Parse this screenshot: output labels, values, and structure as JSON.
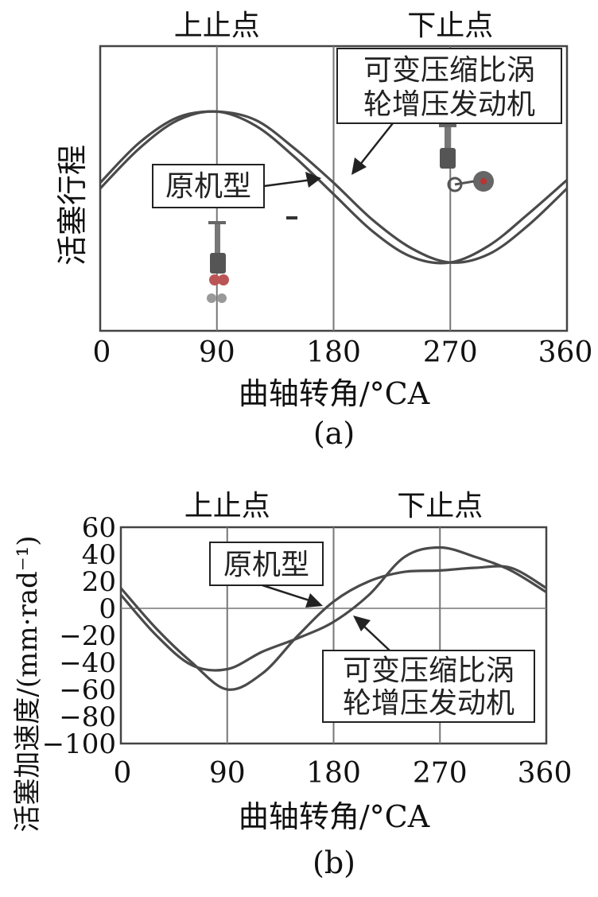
{
  "chart_data": [
    {
      "panel": "(a)",
      "type": "line",
      "title": "",
      "xlabel": "曲轴转角/°CA",
      "ylabel": "活塞行程",
      "xlim": [
        0,
        360
      ],
      "ylim": [
        0,
        1
      ],
      "x_ticks": [
        "0",
        "90",
        "180",
        "270",
        "360"
      ],
      "y_ticks": [],
      "grid": "vertical lines at 90, 180, 270",
      "top_labels": [
        {
          "x": 90,
          "text": "上止点"
        },
        {
          "x": 270,
          "text": "下止点"
        }
      ],
      "legend_boxes": [
        {
          "lines": [
            "原机型"
          ]
        },
        {
          "lines": [
            "可变压缩比涡",
            "轮增压发动机"
          ]
        }
      ],
      "series": [
        {
          "name": "原机型",
          "color": "#4a4a4a",
          "x": [
            0,
            30,
            60,
            90,
            120,
            150,
            180,
            210,
            240,
            270,
            300,
            330,
            360
          ],
          "y": [
            0.5,
            0.64,
            0.74,
            0.77,
            0.72,
            0.61,
            0.48,
            0.35,
            0.26,
            0.24,
            0.3,
            0.41,
            0.53
          ]
        },
        {
          "name": "可变压缩比涡轮增压发动机",
          "color": "#4a4a4a",
          "x": [
            0,
            30,
            60,
            90,
            120,
            150,
            180,
            210,
            240,
            270,
            300,
            330,
            360
          ],
          "y": [
            0.52,
            0.66,
            0.75,
            0.77,
            0.74,
            0.64,
            0.52,
            0.39,
            0.29,
            0.24,
            0.27,
            0.37,
            0.5
          ]
        }
      ],
      "palette": {
        "axis": "#444444",
        "curve": "#4a4a4a",
        "grid": "#777777"
      }
    },
    {
      "panel": "(b)",
      "type": "line",
      "title": "",
      "xlabel": "曲轴转角/°CA",
      "ylabel": "活塞加速度/(mm·rad⁻¹)",
      "xlim": [
        0,
        360
      ],
      "ylim": [
        -100,
        60
      ],
      "x_ticks": [
        "0",
        "90",
        "180",
        "270",
        "360"
      ],
      "y_ticks": [
        "60",
        "40",
        "20",
        "0",
        "−20",
        "−40",
        "−60",
        "−80",
        "−100"
      ],
      "grid": "vertical lines at 90, 180, 270; horizontal line at 0",
      "top_labels": [
        {
          "x": 90,
          "text": "上止点"
        },
        {
          "x": 270,
          "text": "下止点"
        }
      ],
      "legend_boxes": [
        {
          "lines": [
            "原机型"
          ]
        },
        {
          "lines": [
            "可变压缩比涡",
            "轮增压发动机"
          ]
        }
      ],
      "series": [
        {
          "name": "原机型",
          "color": "#4a4a4a",
          "x": [
            0,
            30,
            60,
            90,
            120,
            150,
            180,
            210,
            240,
            270,
            300,
            330,
            360
          ],
          "y": [
            15,
            -15,
            -40,
            -60,
            -48,
            -20,
            5,
            20,
            27,
            28,
            30,
            30,
            15
          ]
        },
        {
          "name": "可变压缩比涡轮增压发动机",
          "color": "#4a4a4a",
          "x": [
            0,
            30,
            60,
            90,
            120,
            150,
            180,
            210,
            240,
            270,
            300,
            330,
            360
          ],
          "y": [
            10,
            -20,
            -42,
            -45,
            -32,
            -22,
            -10,
            10,
            38,
            45,
            38,
            28,
            12
          ]
        }
      ],
      "palette": {
        "axis": "#444444",
        "curve": "#4a4a4a",
        "grid": "#777777"
      }
    }
  ]
}
